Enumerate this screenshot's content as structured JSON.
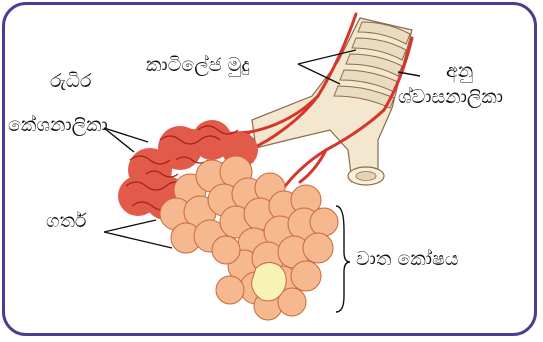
{
  "labels": {
    "cartilage_rings": "කාටිලේජ මුදු",
    "bronchiole": [
      "අනු",
      "ශ්වාසනාලිකා"
    ],
    "capillaries": [
      "රුධිර",
      "කේශනාලිකා"
    ],
    "alveoli": "ගර්ත",
    "air_sac": "වාත කෝෂය"
  },
  "colors": {
    "frame": "#4a3f8f",
    "alveolus": "#f6b98f",
    "alveolus_outline": "#c9683a",
    "capillary": "#d8352a",
    "cartilage": "#e9dcc0",
    "tube": "#f3e7cf",
    "air_sac_core": "#f7f3b5"
  }
}
